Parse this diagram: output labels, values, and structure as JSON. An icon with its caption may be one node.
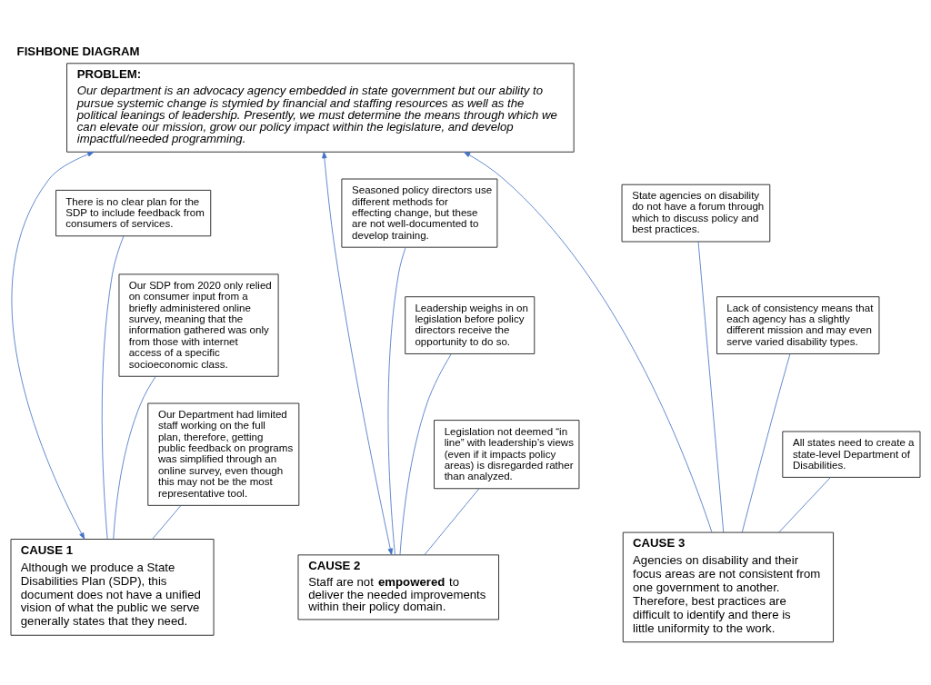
{
  "diagram": {
    "title": "FISHBONE DIAGRAM",
    "nodes": [
      {
        "text": [
          "PROBLEM:",
          "Our department is an advocacy agency embedded in state government but our ability to pursue systemic change is stymied by financial and staffing resources as well as the political leanings of leadership. Presently, we must determine the means through which we can elevate our mission, grow our policy impact within the legislature, and develop impactful/needed programming."
        ]
      },
      {
        "text": [
          "There is no clear plan for the SDP to include feedback from consumers of services."
        ]
      },
      {
        "text": [
          "Our SDP from 2020 only relied on consumer input from a briefly administered online survey, meaning that the information gathered was only from those with internet access of a specific socioeconomic class."
        ]
      },
      {
        "text": [
          "Our Department had limited staff working on the full plan, therefore, getting public feedback on programs was simplified through an online survey, even though this may not be the most representative tool."
        ]
      },
      {
        "text": [
          "Seasoned policy directors use different methods for effecting change, but these are not well-documented to develop training."
        ]
      },
      {
        "text": [
          "Leadership weighs in on legislation before policy directors receive the opportunity to do so."
        ]
      },
      {
        "text": [
          "Legislation not deemed “in line” with leadership’s views (even if it impacts policy areas) is disregarded rather than analyzed."
        ]
      },
      {
        "text": [
          "State agencies on disability do not have a forum through which to discuss policy and best practices."
        ]
      },
      {
        "text": [
          "Lack of consistency means that each agency has a slightly different mission and may even serve varied disability types."
        ]
      },
      {
        "text": [
          "All states need to create a state-level Department of Disabilities."
        ]
      },
      {
        "text": [
          "CAUSE 1",
          "Although we produce a State Disabilities Plan (SDP), this document does not have a unified vision of what the public we serve generally states that they need."
        ]
      },
      {
        "text": [
          "CAUSE 2",
          "Staff are not **empowered** to deliver the needed improvements within their policy domain."
        ]
      },
      {
        "text": [
          "CAUSE 3",
          "Agencies on disability and their focus areas are not consistent from one government to another. Therefore, best practices are difficult to identify and there is little uniformity to the work."
        ]
      }
    ],
    "edges": [
      {
        "from": 10,
        "to": 0,
        "arrow": "both"
      },
      {
        "from": 11,
        "to": 0,
        "arrow": "both"
      },
      {
        "from": 12,
        "to": 0,
        "arrow": "to"
      },
      {
        "from": 10,
        "to": 1,
        "arrow": "none"
      },
      {
        "from": 10,
        "to": 2,
        "arrow": "none"
      },
      {
        "from": 10,
        "to": 3,
        "arrow": "none"
      },
      {
        "from": 11,
        "to": 4,
        "arrow": "none"
      },
      {
        "from": 11,
        "to": 5,
        "arrow": "none"
      },
      {
        "from": 11,
        "to": 6,
        "arrow": "none"
      },
      {
        "from": 12,
        "to": 7,
        "arrow": "none"
      },
      {
        "from": 12,
        "to": 8,
        "arrow": "none"
      },
      {
        "from": 12,
        "to": 9,
        "arrow": "none"
      }
    ]
  }
}
